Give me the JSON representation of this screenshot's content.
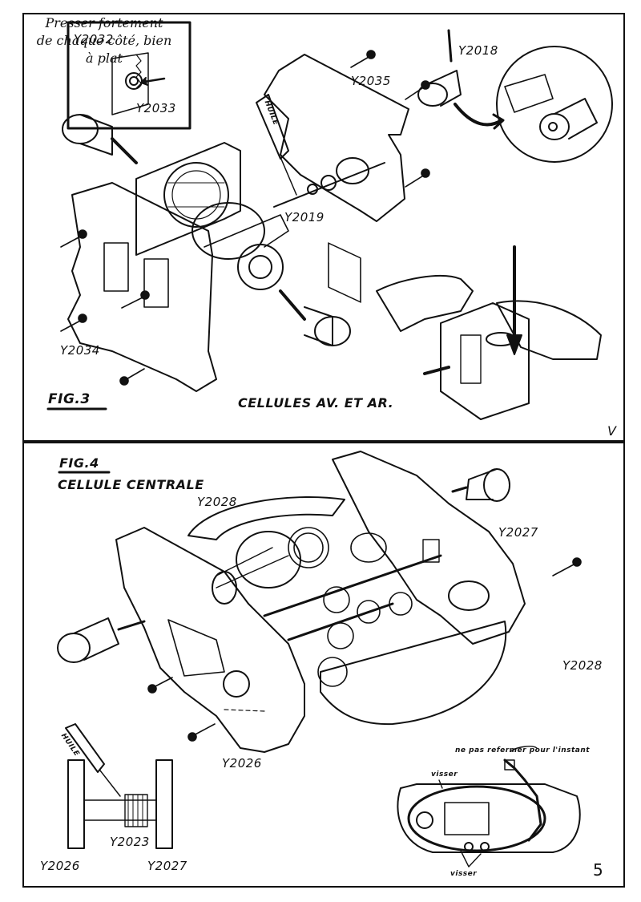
{
  "page_number": "5",
  "fig3": {
    "title": "FIG.3",
    "caption": "CELLULES AV. ET AR.",
    "instruction_lines": [
      "Presser fortement",
      "de chaque côté, bien",
      "à plat"
    ],
    "corner_mark": "V",
    "oil_label": "HUILE",
    "parts": {
      "y2032": "Y2032",
      "y2033": "Y2033",
      "y2035": "Y2035",
      "y2018": "Y2018",
      "y2019": "Y2019",
      "y2034": "Y2034"
    }
  },
  "fig4": {
    "title": "FIG.4",
    "subtitle": "CELLULE CENTRALE",
    "oil_label": "HUILE",
    "note_top": "ne pas refermer pour l'instant",
    "note_visser_top": "visser",
    "note_visser_bottom": "visser",
    "parts": {
      "y2028_top": "Y2028",
      "y2027": "Y2027",
      "y2028_right": "Y2028",
      "y2026": "Y2026",
      "y2023": "Y2023",
      "y2026_bottom": "Y2026",
      "y2027_bottom": "Y2027"
    }
  }
}
